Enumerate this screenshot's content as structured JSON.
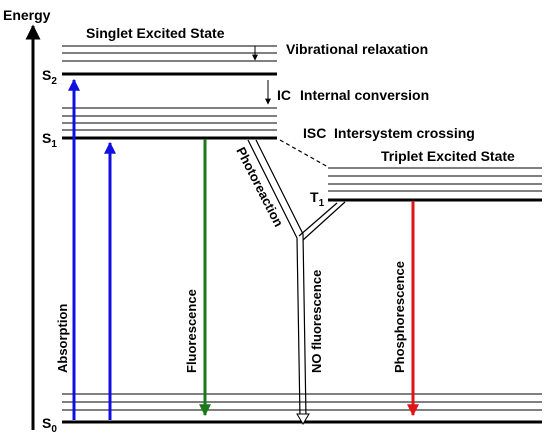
{
  "axis": {
    "label": "Energy"
  },
  "singlet": {
    "title": "Singlet Excited State",
    "s2": {
      "main": "S",
      "sub": "2"
    },
    "s1": {
      "main": "S",
      "sub": "1"
    },
    "s0": {
      "main": "S",
      "sub": "0"
    }
  },
  "triplet": {
    "title": "Triplet Excited State",
    "t1": {
      "main": "T",
      "sub": "1"
    }
  },
  "processes": {
    "vibrational_relaxation": "Vibrational relaxation",
    "ic_abbr": "IC",
    "ic_full": "Internal conversion",
    "isc_abbr": "ISC",
    "isc_full": "Intersystem crossing"
  },
  "transitions": {
    "absorption": "Absorption",
    "fluorescence": "Fluorescence",
    "photoreaction": "Photoreaction",
    "no_fluorescence": "NO fluorescence",
    "phosphorescence": "Phosphorescence"
  },
  "colors": {
    "absorption": "#1010e0",
    "fluorescence": "#1a7a1a",
    "phosphorescence": "#e01515",
    "lines": "#000000"
  }
}
